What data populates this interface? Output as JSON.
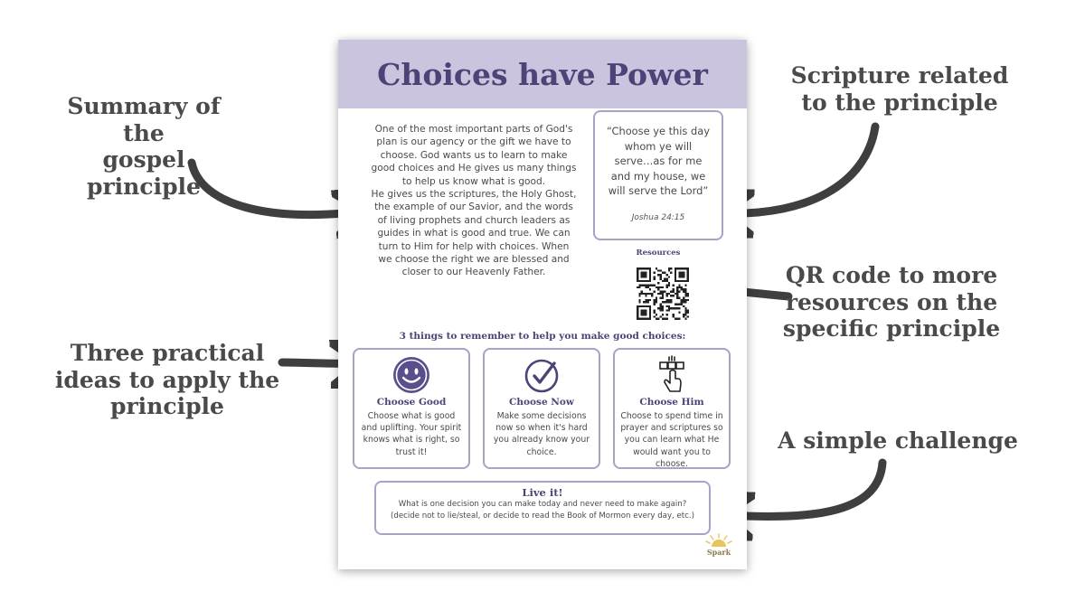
{
  "annotations": {
    "summary": [
      "Summary of the",
      "gospel principle"
    ],
    "scripture": [
      "Scripture related",
      "to the principle"
    ],
    "qr": [
      "QR code to more",
      "resources on the",
      "specific principle"
    ],
    "ideas": [
      "Three practical",
      "ideas to apply the",
      "principle"
    ],
    "challenge": [
      "A simple challenge"
    ]
  },
  "page": {
    "title": "Choices have Power",
    "summary_lines": [
      "One of the most important parts of God's",
      "plan is our agency or the gift we have to",
      "choose. God wants us to learn to make",
      "good choices and He gives us many things",
      "to help us know what is good.",
      "He gives us the scriptures, the Holy Ghost,",
      "the example of our Savior, and the words",
      "of living prophets and church leaders as",
      "guides in what is good and true. We can",
      "turn to Him for help with choices. When",
      "we choose the right we are blessed and",
      "closer to our Heavenly Father."
    ],
    "scripture": {
      "quote_lines": [
        "“Choose ye this day",
        "whom ye will",
        "serve…as for me",
        "and my house, we",
        "will serve the Lord”"
      ],
      "reference": "Joshua 24:15"
    },
    "resources_label": "Resources",
    "section_heading": "3 things to remember to help you make good choices:",
    "cards": [
      {
        "title": "Choose Good",
        "icon": "smiley-icon",
        "text_lines": [
          "Choose what is good",
          "and uplifting. Your spirit",
          "knows what is right, so",
          "trust it!"
        ]
      },
      {
        "title": "Choose Now",
        "icon": "checkmark-circle-icon",
        "text_lines": [
          "Make some decisions",
          "now so when it's hard",
          "you already know your",
          "choice."
        ]
      },
      {
        "title": "Choose Him",
        "icon": "hand-pointer-icon",
        "text_lines": [
          "Choose to spend time in",
          "prayer and scriptures so",
          "you can learn what He",
          "would want you to",
          "choose."
        ]
      }
    ],
    "live_it": {
      "title": "Live it!",
      "text_lines": [
        "What is one decision you can make today and never need to make again?",
        "(decide not to lie/steal, or decide to read the Book of Mormon every day, etc.)"
      ]
    },
    "logo_text": "Spark"
  },
  "colors": {
    "banner": "#cbc4de",
    "title": "#4d4377",
    "border": "#aaa2c4",
    "annotation": "#4a4a4a",
    "arrow": "#3f3f3f"
  }
}
